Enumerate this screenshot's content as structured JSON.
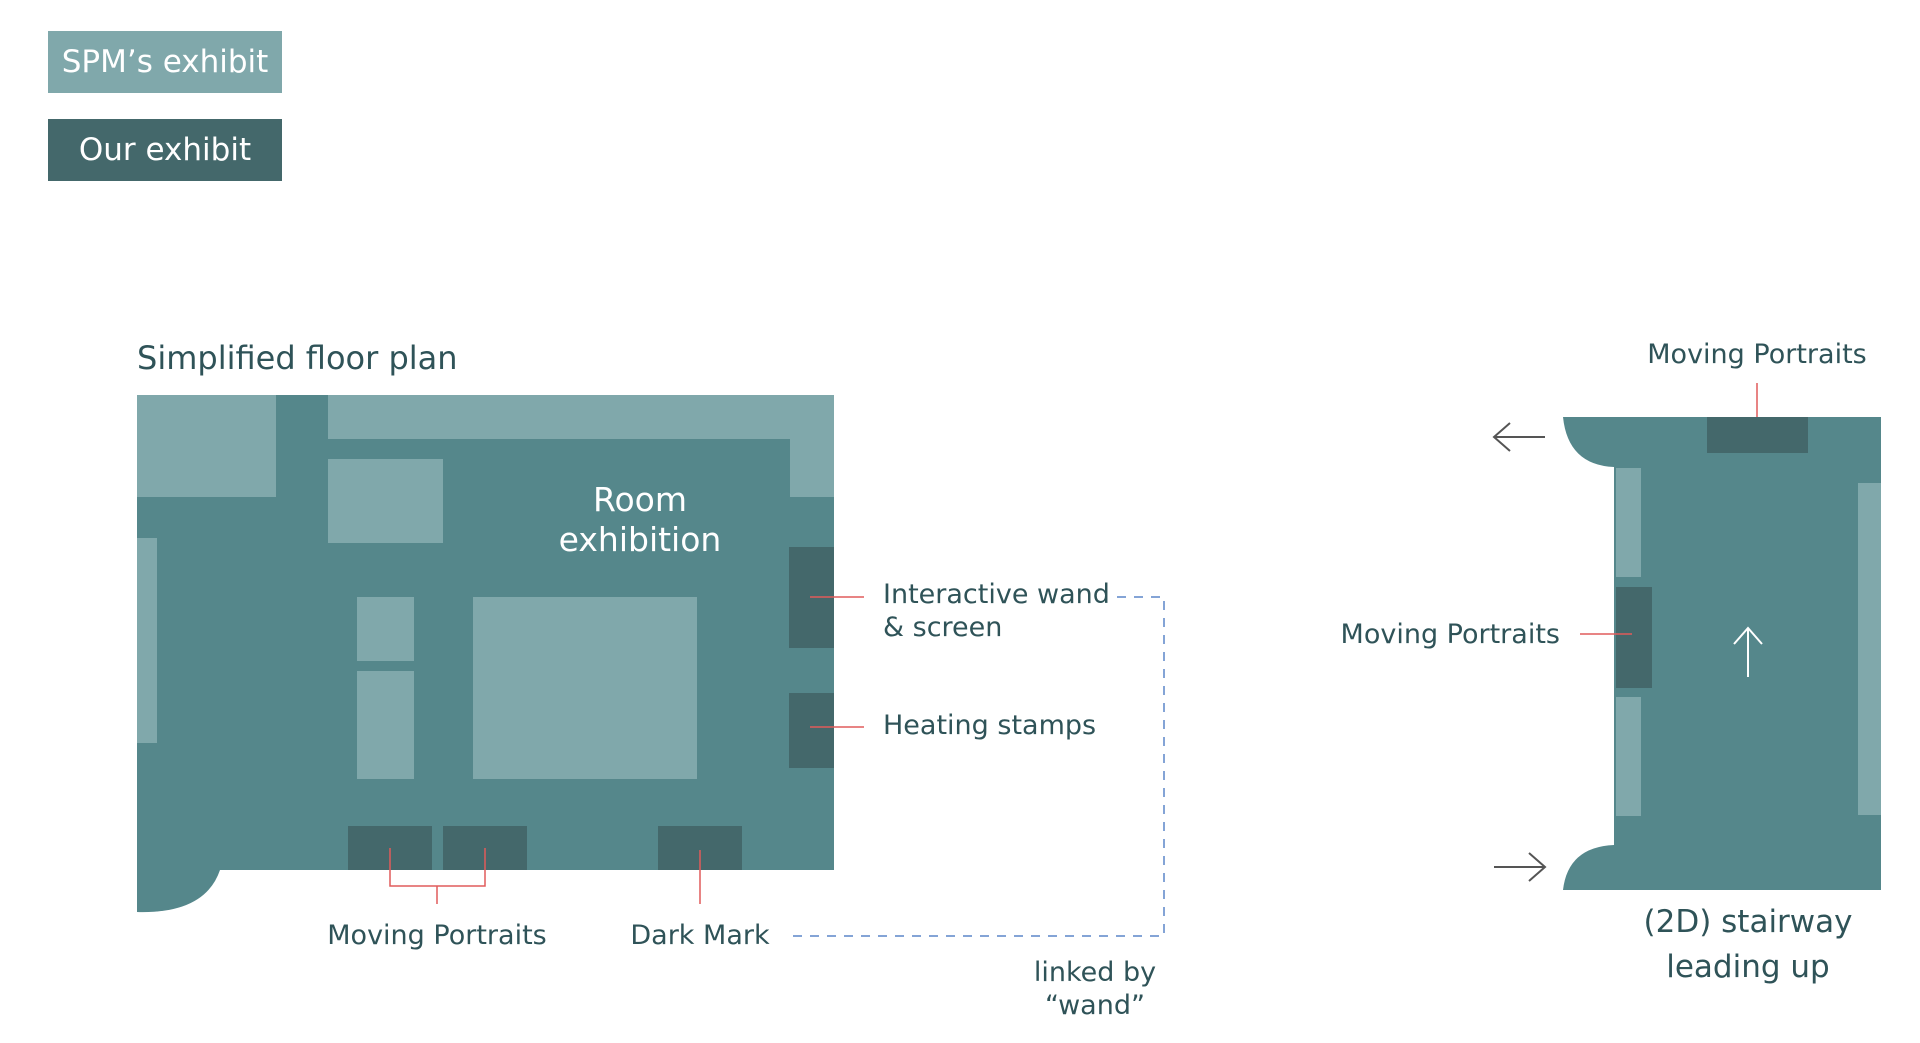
{
  "legend": {
    "spm_label": "SPM’s exhibit",
    "ours_label": "Our exhibit"
  },
  "floor_plan": {
    "title": "Simplified floor plan",
    "room_line1": "Room",
    "room_line2": "exhibition",
    "wand_line1": "Interactive wand",
    "wand_line2": "& screen",
    "heating": "Heating stamps",
    "portraits": "Moving Portraits",
    "dark_mark": "Dark Mark",
    "linked_line1": "linked by",
    "linked_line2": "“wand”"
  },
  "stairway": {
    "portraits_top": "Moving Portraits",
    "portraits_left": "Moving Portraits",
    "caption_line1": "(2D) stairway",
    "caption_line2": "leading up"
  },
  "colors": {
    "light_exhibit": "#80a8ab",
    "dark_exhibit": "#44686b",
    "floor": "#55878b",
    "leader_red": "#e15b5b",
    "link_blue": "#5b86c9",
    "text": "#2f5358"
  }
}
